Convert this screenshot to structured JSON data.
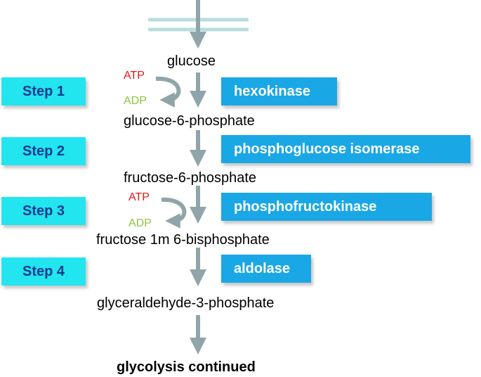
{
  "steps": [
    {
      "label": "Step 1"
    },
    {
      "label": "Step 2"
    },
    {
      "label": "Step 3"
    },
    {
      "label": "Step 4"
    }
  ],
  "enzymes": [
    {
      "label": "hexokinase"
    },
    {
      "label": "phosphoglucose isomerase"
    },
    {
      "label": "phosphofructokinase"
    },
    {
      "label": "aldolase"
    }
  ],
  "metabolites": [
    {
      "label": "glucose"
    },
    {
      "label": "glucose-6-phosphate"
    },
    {
      "label": "fructose-6-phosphate"
    },
    {
      "label": "fructose 1m 6-bisphosphate"
    },
    {
      "label": "glyceraldehyde-3-phosphate"
    }
  ],
  "cofactors": {
    "step1_in": "ATP",
    "step1_out": "ADP",
    "step3_in": "ATP",
    "step3_out": "ADP"
  },
  "final_label": "glycolysis continued",
  "colors": {
    "step_box": "#22e5f0",
    "step_text": "#123a8c",
    "enzyme_box": "#1aa7e6",
    "enzyme_text": "#ffffff",
    "arrow": "#8fa5aa",
    "atp": "#e8141a",
    "adp": "#8cc63f"
  }
}
